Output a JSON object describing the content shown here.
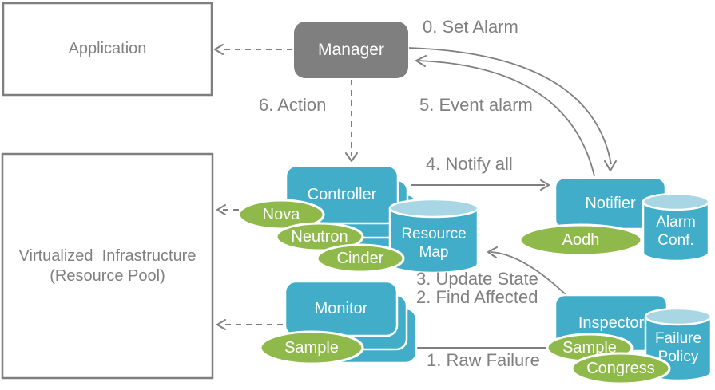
{
  "colors": {
    "node_fill": "#41ADC8",
    "cylinder_top": "#A9D6E4",
    "oval_fill": "#8FBA4B",
    "manager_fill": "#7F7F7F",
    "connector": "#7F7F7F",
    "label_text": "#808080",
    "node_text": "#FFFFFF"
  },
  "nodes": {
    "application": {
      "label": "Application"
    },
    "virtualized_infrastructure": {
      "line1": "Virtualized  Infrastructure",
      "line2": "(Resource Pool)"
    },
    "manager": {
      "label": "Manager"
    },
    "controller": {
      "label": "Controller"
    },
    "monitor": {
      "label": "Monitor"
    },
    "notifier": {
      "label": "Notifier"
    },
    "inspector": {
      "label": "Inspector"
    },
    "resource_map": {
      "line1": "Resource",
      "line2": "Map"
    },
    "alarm_conf": {
      "line1": "Alarm",
      "line2": "Conf."
    },
    "failure_policy": {
      "line1": "Failure",
      "line2": "Policy"
    }
  },
  "ovals": {
    "nova": "Nova",
    "neutron": "Neutron",
    "cinder": "Cinder",
    "aodh": "Aodh",
    "sample_monitor": "Sample",
    "sample_inspector": "Sample",
    "congress": "Congress"
  },
  "steps": {
    "set_alarm": "0. Set Alarm",
    "event_alarm": "5. Event alarm",
    "action": "6. Action",
    "notify_all": "4. Notify all",
    "update_state": "3. Update State",
    "find_affected": "2. Find Affected",
    "raw_failure": "1. Raw Failure"
  }
}
